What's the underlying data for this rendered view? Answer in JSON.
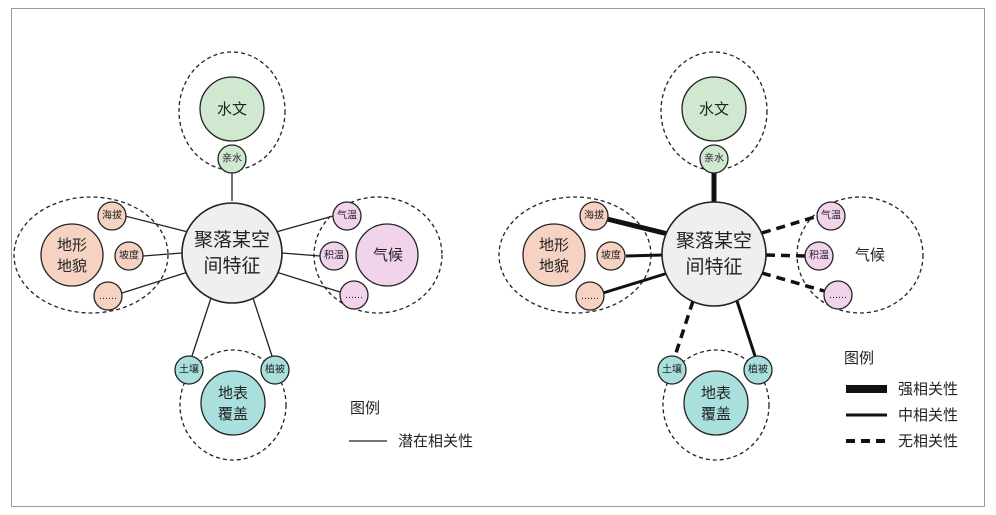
{
  "colors": {
    "water": "#cfe8cf",
    "terrain": "#f6d2c2",
    "climate": "#f2d3ec",
    "landcover": "#a9dfdc",
    "center": "#efefef",
    "stroke": "#222222"
  },
  "left": {
    "center_line1": "聚落某空",
    "center_line2": "间特征",
    "water": "水文",
    "water_sub": "亲水",
    "terrain_line1": "地形",
    "terrain_line2": "地貌",
    "terrain_sub1": "海拔",
    "terrain_sub2": "坡度",
    "terrain_sub3": "……",
    "climate": "气候",
    "climate_sub1": "气温",
    "climate_sub2": "积温",
    "climate_sub3": "……",
    "cover_line1": "地表",
    "cover_line2": "覆盖",
    "cover_sub1": "土壤",
    "cover_sub2": "植被",
    "legend_title": "图例",
    "legend_item": "潜在相关性"
  },
  "right": {
    "center_line1": "聚落某空",
    "center_line2": "间特征",
    "water": "水文",
    "water_sub": "亲水",
    "terrain_line1": "地形",
    "terrain_line2": "地貌",
    "terrain_sub1": "海拔",
    "terrain_sub2": "坡度",
    "terrain_sub3": "……",
    "climate": "气候",
    "climate_sub1": "气温",
    "climate_sub2": "积温",
    "climate_sub3": "……",
    "cover_line1": "地表",
    "cover_line2": "覆盖",
    "cover_sub1": "土壤",
    "cover_sub2": "植被",
    "legend_title": "图例",
    "legend_strong": "强相关性",
    "legend_medium": "中相关性",
    "legend_none": "无相关性"
  }
}
